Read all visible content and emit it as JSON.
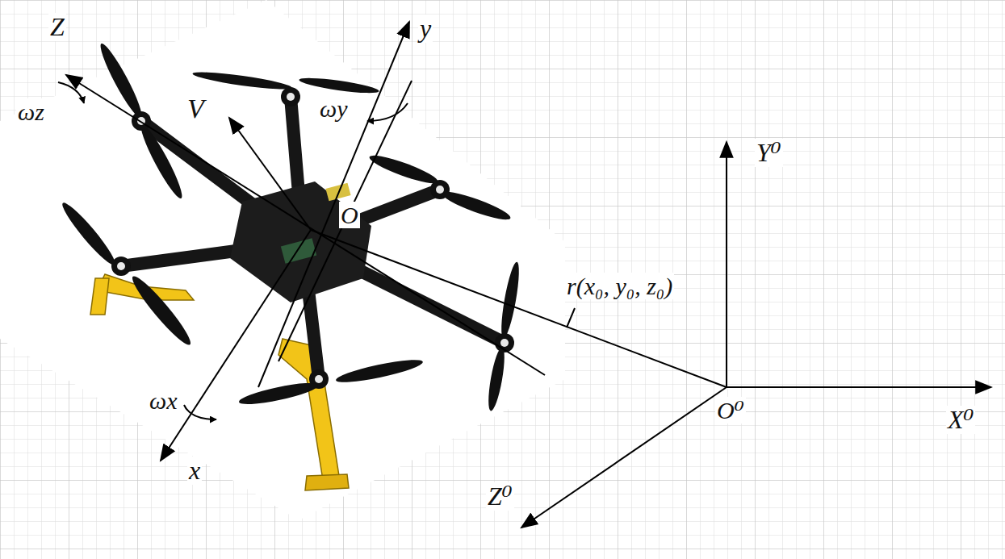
{
  "diagram": {
    "labels": [
      "Z",
      "ωz",
      "V",
      "y",
      "ωy",
      "O",
      "r(x₀, y₀, z₀)",
      "Y⁰",
      "X⁰",
      "Z⁰",
      "O⁰",
      "ωx",
      "x"
    ]
  }
}
